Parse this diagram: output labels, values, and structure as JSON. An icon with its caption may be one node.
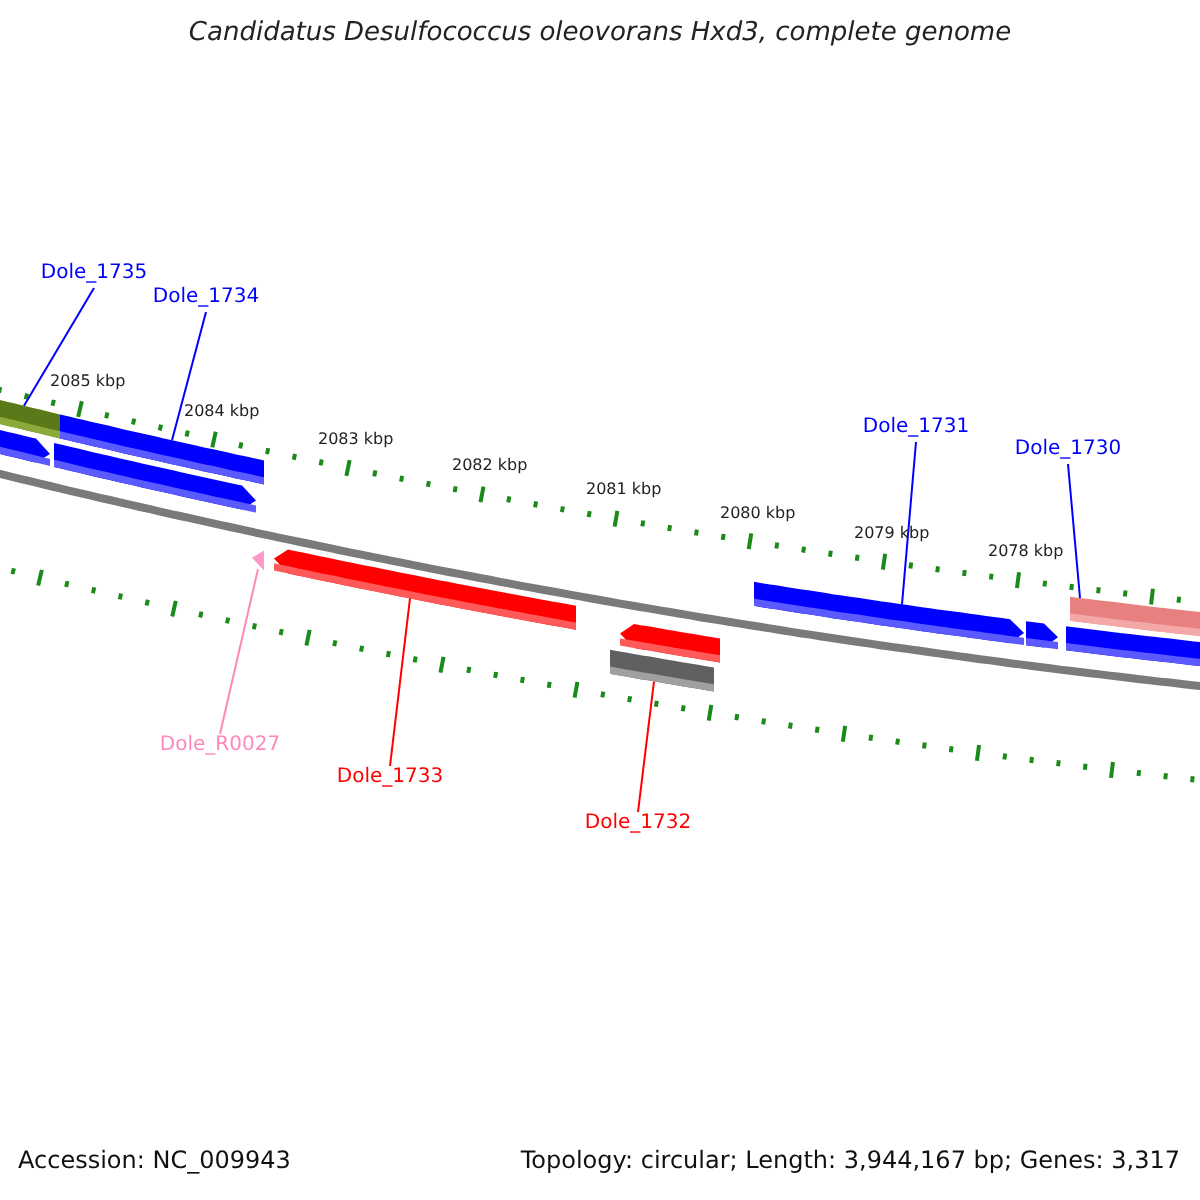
{
  "diagram": {
    "title": "Candidatus Desulfococcus oleovorans Hxd3, complete genome",
    "nodes": [
      {
        "text": [
          "Dole_1735"
        ]
      },
      {
        "text": [
          "Dole_1734"
        ]
      },
      {
        "text": [
          "Dole_1731"
        ]
      },
      {
        "text": [
          "Dole_1730"
        ]
      },
      {
        "text": [
          "Dole_R0027"
        ]
      },
      {
        "text": [
          "Dole_1733"
        ]
      },
      {
        "text": [
          "Dole_1732"
        ]
      },
      {
        "text": [],
        "shape": "bar"
      },
      {
        "text": [],
        "shape": "bar"
      },
      {
        "text": [],
        "shape": "triangle"
      },
      {
        "text": [],
        "shape": "arrow"
      },
      {
        "text": [],
        "shape": "bar"
      },
      {
        "text": [],
        "shape": "arrow"
      },
      {
        "text": [],
        "shape": "bar"
      }
    ],
    "edges": [
      {
        "from": 0,
        "to": 7,
        "arrow": "none"
      },
      {
        "from": 1,
        "to": 8,
        "arrow": "none"
      },
      {
        "from": 2,
        "to": 12,
        "arrow": "none"
      },
      {
        "from": 3,
        "to": 13,
        "arrow": "none"
      },
      {
        "from": 4,
        "to": 9,
        "arrow": "none",
        "color": "#ff88bb"
      },
      {
        "from": 5,
        "to": 10,
        "arrow": "none",
        "color": "#ff0000"
      },
      {
        "from": 6,
        "to": 11,
        "arrow": "none",
        "color": "#ff0000"
      }
    ],
    "labels": [
      "2085 kbp",
      "2084 kbp",
      "2083 kbp",
      "2082 kbp",
      "2081 kbp",
      "2080 kbp",
      "2079 kbp",
      "2078 kbp",
      "Accession: NC_009943",
      "Topology: circular; Length: 3,944,167 bp; Genes: 3,317"
    ]
  }
}
